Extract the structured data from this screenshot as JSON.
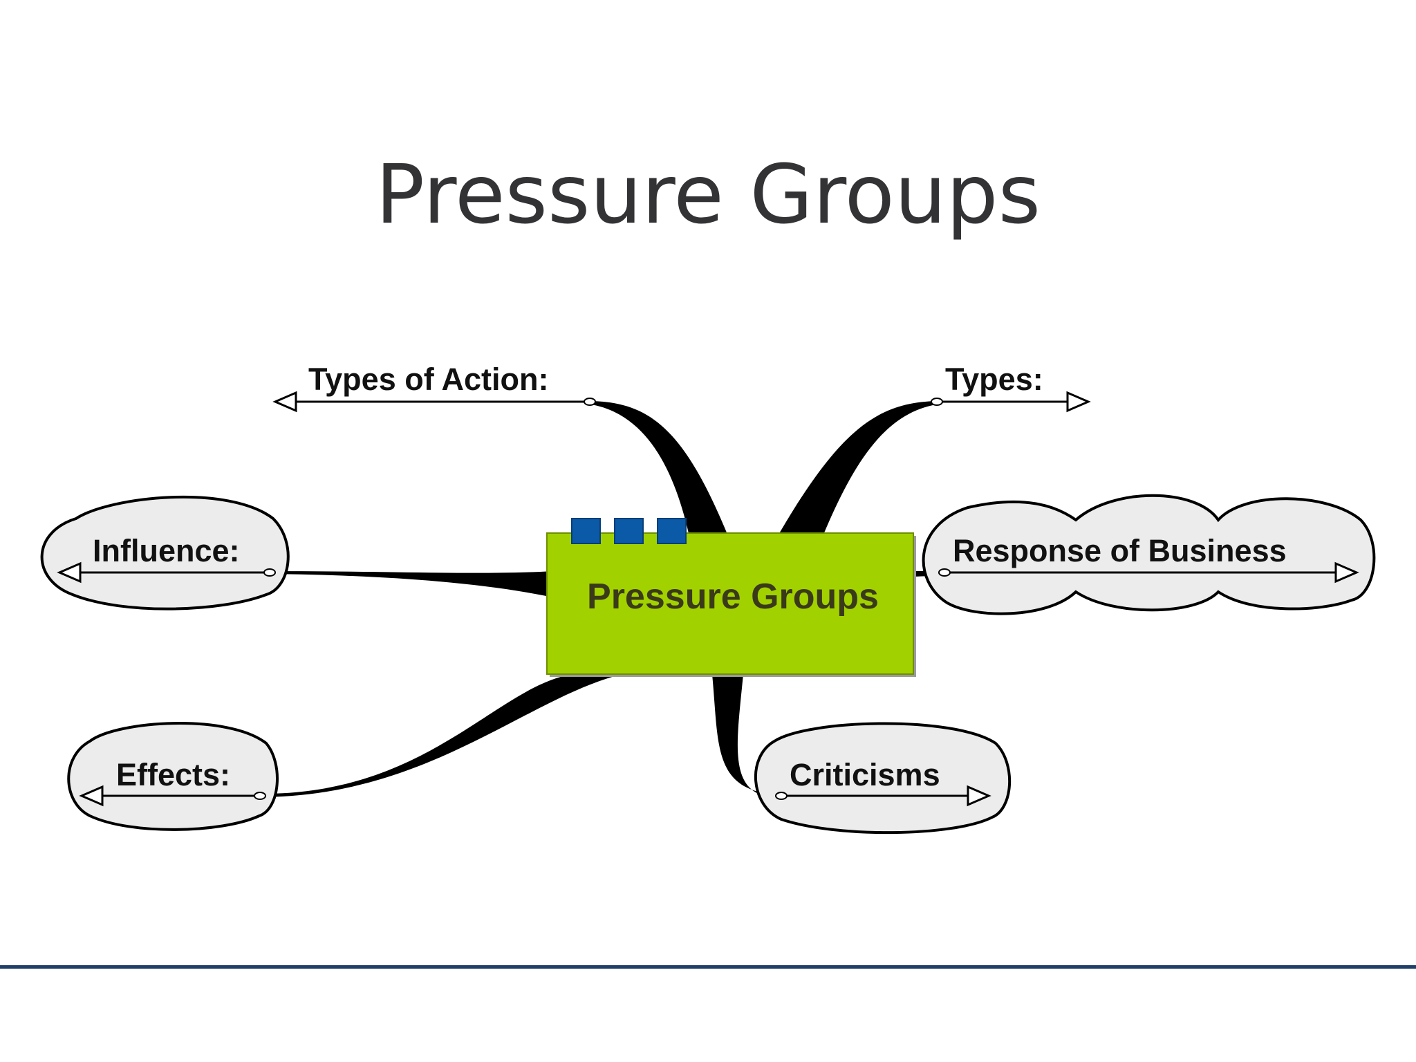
{
  "title": "Pressure Groups",
  "colors": {
    "center_fill": "#a2d100",
    "center_text": "#3a3a1a",
    "node_fill": "#ececec",
    "marker_blue": "#0a5aa8",
    "footer_rule": "#1f3f66",
    "title_text": "#333336"
  },
  "center_topic": {
    "label": "Pressure Groups",
    "marker_icons": [
      "task-marker-icon",
      "task-marker-icon",
      "task-marker-icon"
    ]
  },
  "branches": [
    {
      "id": "types-of-action",
      "label": "Types of Action:",
      "shape": "line",
      "side": "left"
    },
    {
      "id": "types",
      "label": "Types:",
      "shape": "line",
      "side": "right"
    },
    {
      "id": "influence",
      "label": "Influence:",
      "shape": "oval",
      "side": "left"
    },
    {
      "id": "response-of-business",
      "label": "Response of Business",
      "shape": "cloud",
      "side": "right"
    },
    {
      "id": "effects",
      "label": "Effects:",
      "shape": "oval",
      "side": "left"
    },
    {
      "id": "criticisms",
      "label": "Criticisms",
      "shape": "oval",
      "side": "right"
    }
  ]
}
